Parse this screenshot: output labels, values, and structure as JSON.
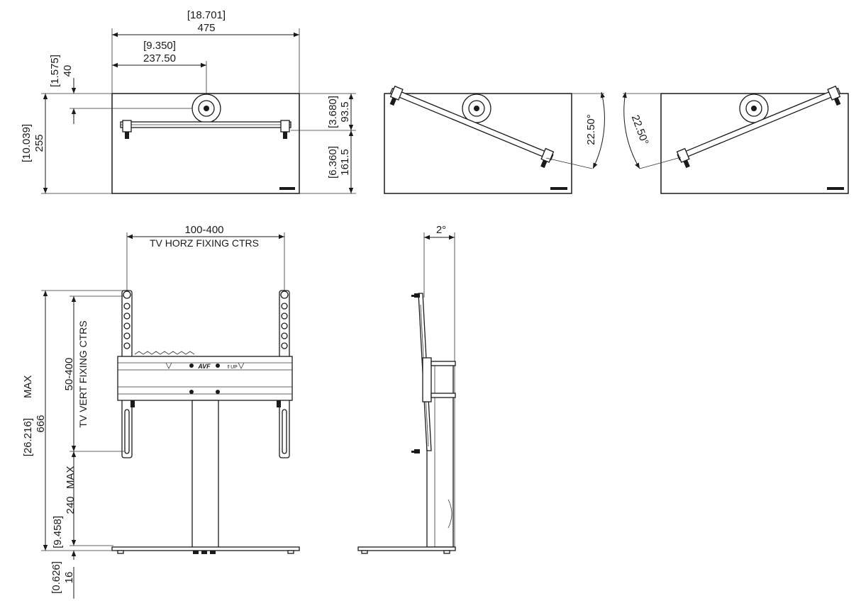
{
  "top_view": {
    "width_in": "[18.701]",
    "width_mm": "475",
    "center_in": "[9.350]",
    "center_mm": "237.50",
    "offset_in": "[1.575]",
    "offset_mm": "40",
    "depth_in": "[10.039]",
    "depth_mm": "255",
    "front_in": "[3.680]",
    "front_mm": "93.5",
    "rear_in": "[6.360]",
    "rear_mm": "161.5"
  },
  "tilt_views": {
    "angle_right": "22.50°",
    "angle_left": "22.50°"
  },
  "front_view": {
    "horz_range": "100-400",
    "horz_label": "TV HORZ FIXING CTRS",
    "vert_range": "50-400",
    "vert_label": "TV VERT FIXING CTRS",
    "height_in": "[26.216]",
    "height_mm": "666",
    "height_suffix": "MAX",
    "lower_in": "[9.458]",
    "lower_mm": "240",
    "lower_suffix": "MAX",
    "base_in": "[0.626]",
    "base_mm": "16",
    "logo_text": "AVF",
    "up_text": "⇑UP"
  },
  "side_view": {
    "tilt_angle": "2°"
  }
}
